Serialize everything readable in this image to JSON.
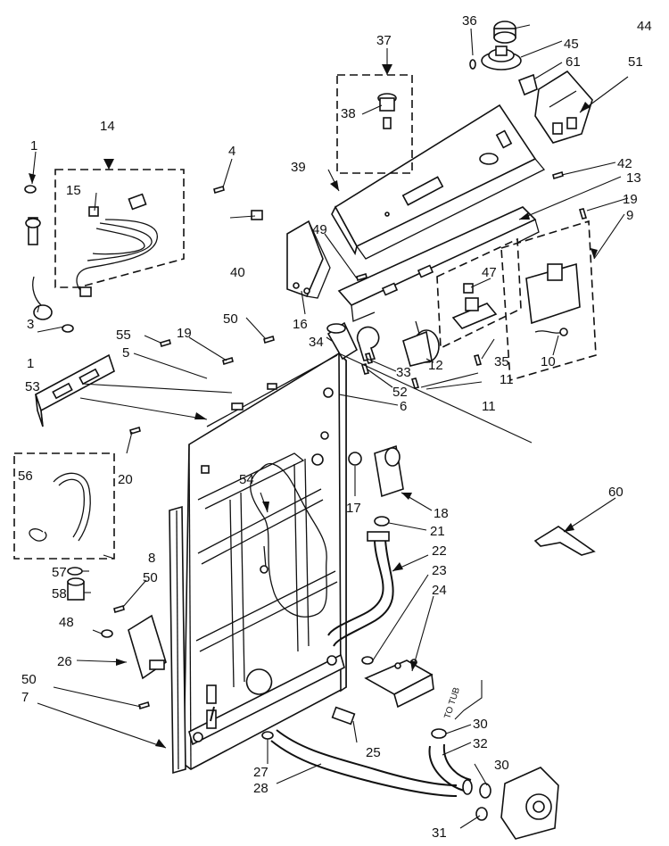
{
  "labels": [
    {
      "id": "1a",
      "text": "1"
    },
    {
      "id": "1b",
      "text": "1"
    },
    {
      "id": "3",
      "text": "3"
    },
    {
      "id": "4",
      "text": "4"
    },
    {
      "id": "5",
      "text": "5"
    },
    {
      "id": "6",
      "text": "6"
    },
    {
      "id": "7",
      "text": "7"
    },
    {
      "id": "8",
      "text": "8"
    },
    {
      "id": "9",
      "text": "9"
    },
    {
      "id": "10",
      "text": "10"
    },
    {
      "id": "11a",
      "text": "11"
    },
    {
      "id": "11b",
      "text": "11"
    },
    {
      "id": "12",
      "text": "12"
    },
    {
      "id": "13",
      "text": "13"
    },
    {
      "id": "14",
      "text": "14"
    },
    {
      "id": "15",
      "text": "15"
    },
    {
      "id": "16",
      "text": "16"
    },
    {
      "id": "17",
      "text": "17"
    },
    {
      "id": "18",
      "text": "18"
    },
    {
      "id": "19a",
      "text": "19"
    },
    {
      "id": "19b",
      "text": "19"
    },
    {
      "id": "20",
      "text": "20"
    },
    {
      "id": "21",
      "text": "21"
    },
    {
      "id": "22",
      "text": "22"
    },
    {
      "id": "23",
      "text": "23"
    },
    {
      "id": "24",
      "text": "24"
    },
    {
      "id": "25",
      "text": "25"
    },
    {
      "id": "26",
      "text": "26"
    },
    {
      "id": "27",
      "text": "27"
    },
    {
      "id": "28",
      "text": "28"
    },
    {
      "id": "30a",
      "text": "30"
    },
    {
      "id": "30b",
      "text": "30"
    },
    {
      "id": "31",
      "text": "31"
    },
    {
      "id": "32",
      "text": "32"
    },
    {
      "id": "33",
      "text": "33"
    },
    {
      "id": "34",
      "text": "34"
    },
    {
      "id": "35",
      "text": "35"
    },
    {
      "id": "36",
      "text": "36"
    },
    {
      "id": "37",
      "text": "37"
    },
    {
      "id": "38",
      "text": "38"
    },
    {
      "id": "39",
      "text": "39"
    },
    {
      "id": "40",
      "text": "40"
    },
    {
      "id": "42",
      "text": "42"
    },
    {
      "id": "44",
      "text": "44"
    },
    {
      "id": "45",
      "text": "45"
    },
    {
      "id": "47",
      "text": "47"
    },
    {
      "id": "48",
      "text": "48"
    },
    {
      "id": "49",
      "text": "49"
    },
    {
      "id": "50a",
      "text": "50"
    },
    {
      "id": "50b",
      "text": "50"
    },
    {
      "id": "50c",
      "text": "50"
    },
    {
      "id": "51",
      "text": "51"
    },
    {
      "id": "52",
      "text": "52"
    },
    {
      "id": "53",
      "text": "53"
    },
    {
      "id": "54",
      "text": "54"
    },
    {
      "id": "55",
      "text": "55"
    },
    {
      "id": "56",
      "text": "56"
    },
    {
      "id": "57",
      "text": "57"
    },
    {
      "id": "58",
      "text": "58"
    },
    {
      "id": "60",
      "text": "60"
    },
    {
      "id": "61",
      "text": "61"
    }
  ],
  "annotations": {
    "to_tub": "TO TUB"
  }
}
